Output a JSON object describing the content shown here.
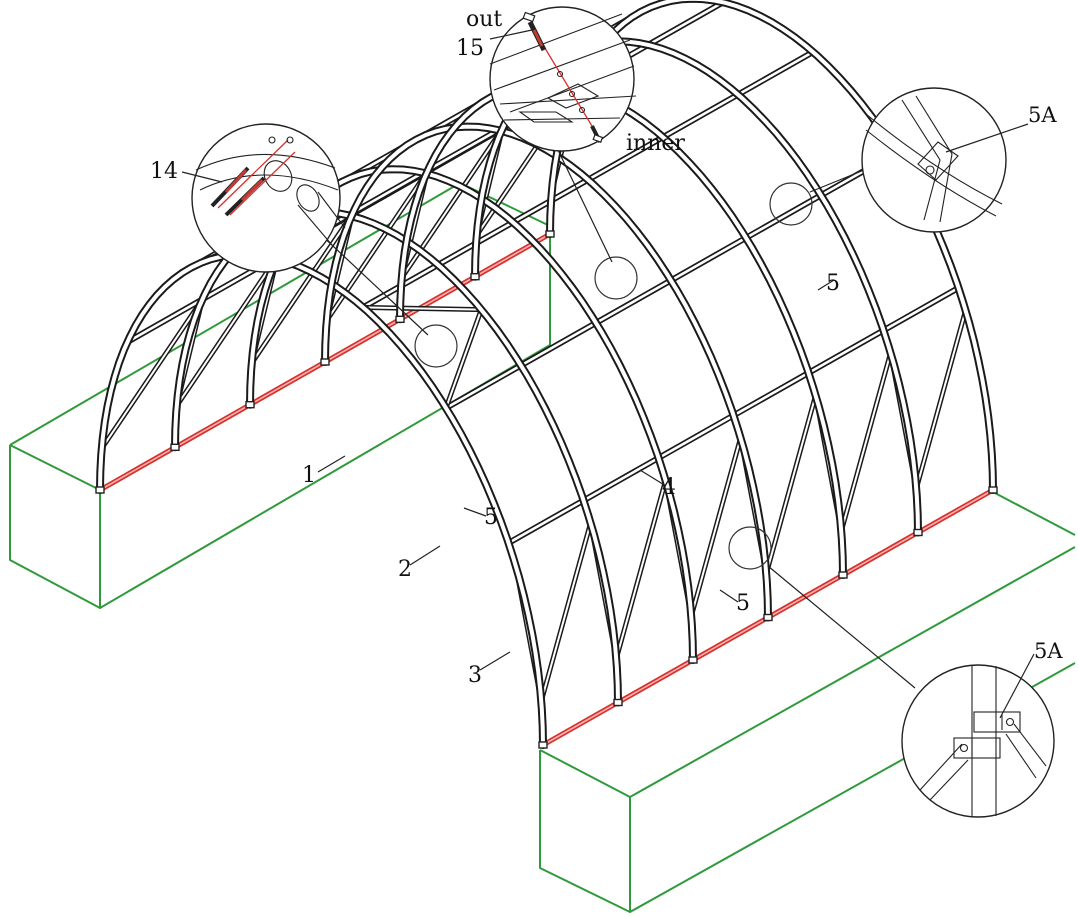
{
  "labels": {
    "out": "out",
    "inner": "inner",
    "part_15": "15",
    "part_14": "14",
    "part_5A_top": "5A",
    "part_5A_bottom": "5A",
    "part_5_right": "5",
    "part_5_front": "5",
    "part_5_bottom": "5",
    "part_1": "1",
    "part_2": "2",
    "part_3": "3",
    "part_4": "4"
  },
  "colors": {
    "base_outline": "#2f9a3c",
    "base_rail": "#d8302c",
    "frame": "#1a1a1a"
  }
}
